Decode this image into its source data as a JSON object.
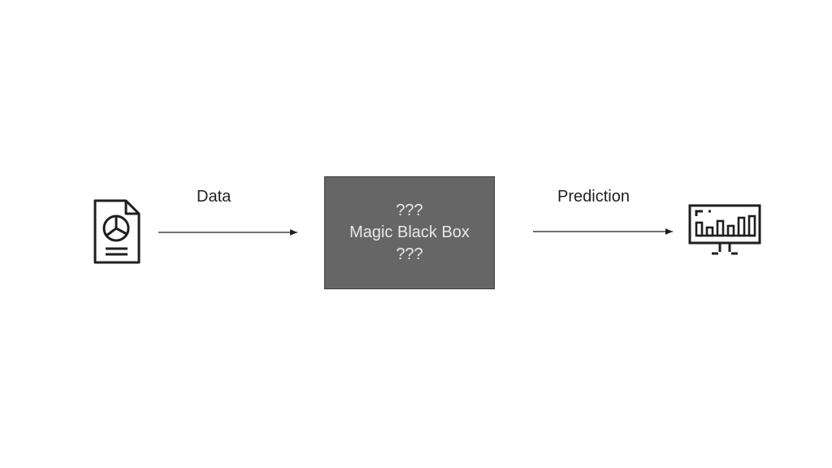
{
  "diagram": {
    "input_label": "Data",
    "output_label": "Prediction",
    "box": {
      "line1": "???",
      "line2": "Magic Black Box",
      "line3": "???",
      "fill_color": "#666666",
      "text_color": "#e8e8e8"
    },
    "icons": {
      "input": "document-pie-chart-icon",
      "output": "monitor-bar-chart-icon"
    }
  }
}
